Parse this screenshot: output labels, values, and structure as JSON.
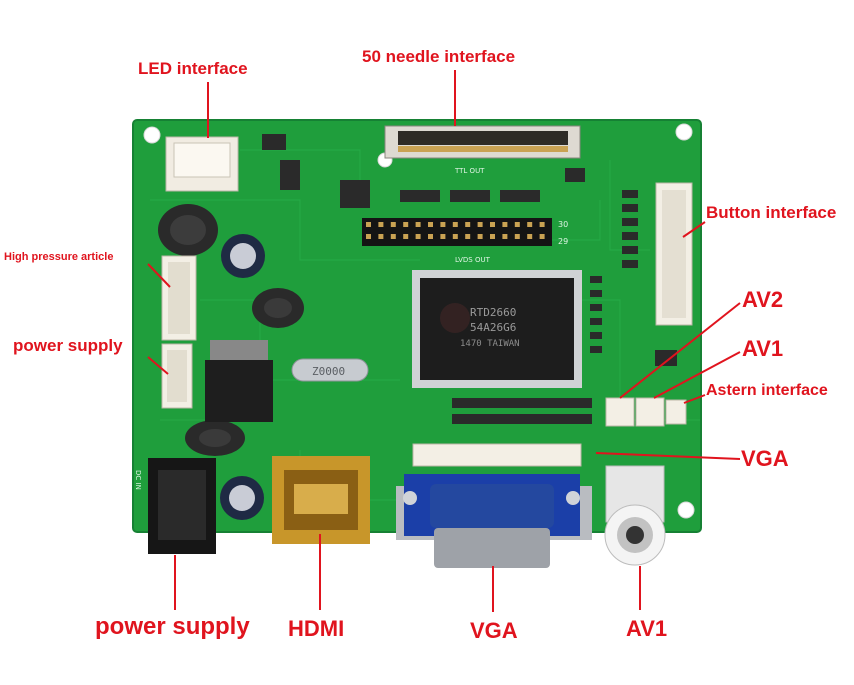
{
  "labels": {
    "led_interface": "LED interface",
    "needle_interface": "50 needle interface",
    "button_interface": "Button interface",
    "high_pressure_article": "High pressure article",
    "power_supply_top": "power supply",
    "av2": "AV2",
    "av1_right": "AV1",
    "astern_interface": "Astern interface",
    "vga_right": "VGA",
    "power_supply_bottom": "power supply",
    "hdmi": "HDMI",
    "vga_bottom": "VGA",
    "av1_bottom": "AV1"
  },
  "board_silkscreen": {
    "ttl_out": "TTL OUT",
    "lvds_out": "LVDS OUT",
    "pin_30": "30",
    "pin_29": "29",
    "dc_in": "DC IN",
    "chip_line1": "RTD2660",
    "chip_line2": "54A26G6",
    "chip_line3": "1470 TAIWAN",
    "crystal": "Z0000"
  },
  "colors": {
    "label_red": "#e0141e",
    "pcb_green": "#1f9e3c",
    "pcb_dark": "#178233",
    "vga_blue": "#1b3fa8",
    "hdmi_gold": "#c8962a"
  }
}
